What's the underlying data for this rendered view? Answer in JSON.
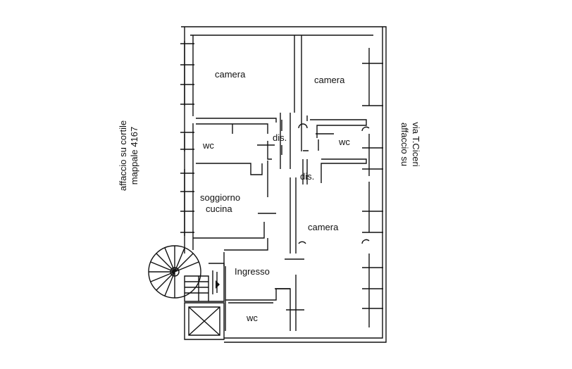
{
  "plan": {
    "rooms": {
      "camera_top_left": "camera",
      "camera_top_right": "camera",
      "dis_upper": "dis.",
      "wc_left": "wc",
      "wc_right": "wc",
      "dis_lower": "dis.",
      "soggiorno_line1": "soggiorno",
      "soggiorno_line2": "cucina",
      "camera_lower": "camera",
      "ingresso": "Ingresso",
      "wc_bottom": "wc"
    },
    "notes": {
      "left_line1": "affaccio su cortile",
      "left_line2": "mappale 4167",
      "right_line1": "via T.Ciceri",
      "right_line2": "affaccio su"
    }
  }
}
